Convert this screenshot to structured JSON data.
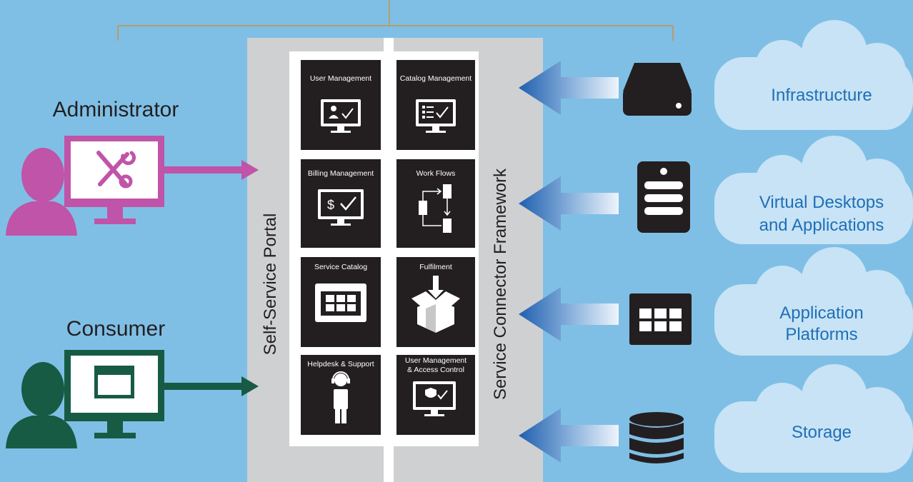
{
  "colors": {
    "background": "#7fbfe6",
    "portal": "#cfd0d2",
    "tile": "#231f20",
    "admin": "#c054a8",
    "consumer": "#175b45",
    "arrow_dark": "#1f5fae",
    "arrow_light": "#e6f0f9",
    "cloud": "#c7e3f5",
    "cloud_text": "#1f6fb7",
    "bracket": "#b79c6b"
  },
  "actors": {
    "administrator": {
      "label": "Administrator",
      "monitor_icon": "tools-icon",
      "figure_icon": "person-icon"
    },
    "consumer": {
      "label": "Consumer",
      "monitor_icon": "browser-window-icon",
      "figure_icon": "person-icon"
    }
  },
  "portal": {
    "label": "Self-Service Portal"
  },
  "connector": {
    "label": "Service Connector Framework"
  },
  "tiles": {
    "user_management": {
      "label": "User Management",
      "icon": "user-check-monitor-icon"
    },
    "catalog_management": {
      "label": "Catalog Management",
      "icon": "list-check-monitor-icon"
    },
    "billing_management": {
      "label": "Billing Management",
      "icon": "dollar-check-monitor-icon"
    },
    "work_flows": {
      "label": "Work Flows",
      "icon": "workflow-documents-icon"
    },
    "service_catalog": {
      "label": "Service Catalog",
      "icon": "grid-tablet-icon"
    },
    "fulfilment": {
      "label": "Fulfilment",
      "icon": "box-arrow-icon"
    },
    "helpdesk": {
      "label": "Helpdesk & Support",
      "icon": "headset-person-icon"
    },
    "access_control": {
      "label_line1": "User Management",
      "label_line2": "& Access Control",
      "icon": "shield-check-monitor-icon"
    }
  },
  "resources": {
    "infrastructure": {
      "label": "Infrastructure",
      "icon": "hard-drive-icon"
    },
    "virtual_desktops": {
      "label_line1": "Virtual Desktops",
      "label_line2": "and Applications",
      "icon": "server-tower-icon"
    },
    "application_platforms": {
      "label_line1": "Application",
      "label_line2": "Platforms",
      "icon": "app-grid-icon"
    },
    "storage": {
      "label": "Storage",
      "icon": "database-icon"
    }
  }
}
